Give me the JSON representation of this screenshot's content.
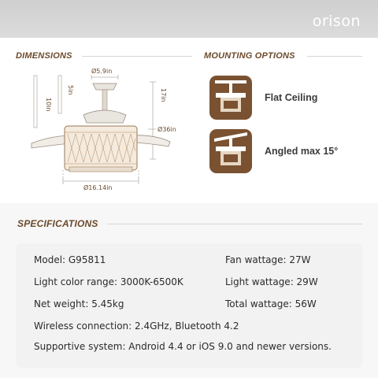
{
  "brand": "orison",
  "dimensions": {
    "heading": "DIMENSIONS",
    "canopy": "Ø5.9in",
    "height": "17in",
    "span": "Ø36in",
    "light": "Ø16.14in",
    "downrod_long": "10in",
    "downrod_short": "5in"
  },
  "mounting": {
    "heading": "MOUNTING OPTIONS",
    "options": [
      {
        "label": "Flat Ceiling",
        "icon": "flat-ceiling-icon"
      },
      {
        "label": "Angled max 15°",
        "icon": "angled-ceiling-icon"
      }
    ]
  },
  "specifications": {
    "heading": "SPECIFICATIONS",
    "model": "Model: G95811",
    "fan_wattage": "Fan wattage: 27W",
    "light_color": "Light color range: 3000K-6500K",
    "light_wattage": "Light wattage: 29W",
    "net_weight": "Net weight: 5.45kg",
    "total_wattage": "Total wattage: 56W",
    "wireless": "Wireless connection: 2.4GHz, Bluetooth 4.2",
    "system": "Supportive system: Android 4.4 or iOS 9.0 and newer versions."
  },
  "colors": {
    "accent": "#6b4a2b",
    "icon_bg": "#7a5232",
    "panel": "#f2f2f2"
  }
}
